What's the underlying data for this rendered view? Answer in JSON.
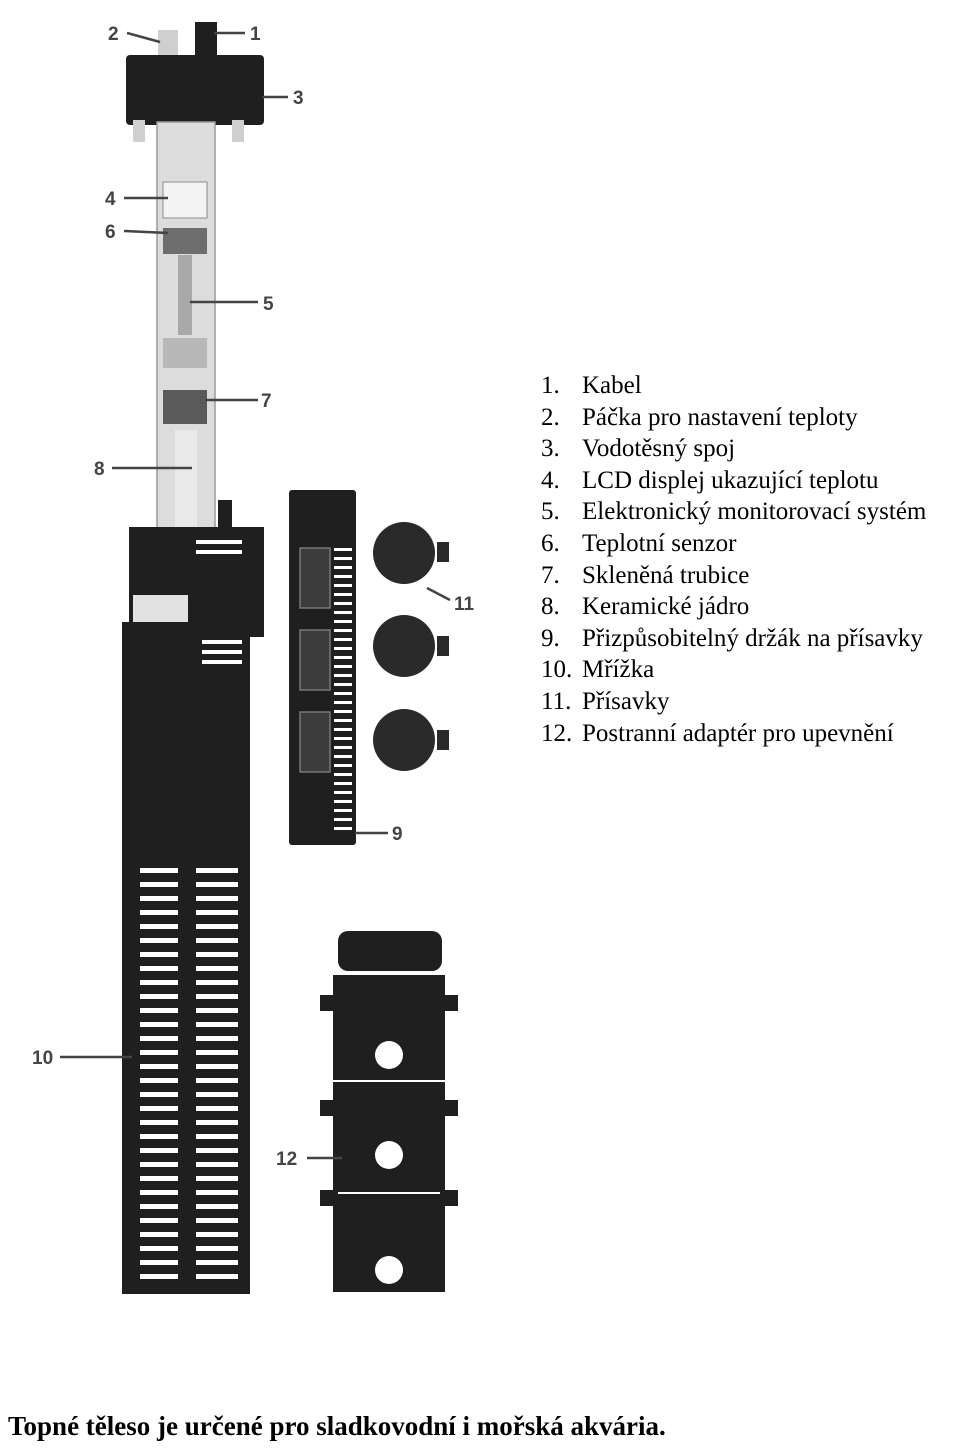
{
  "callouts": [
    "1",
    "2",
    "3",
    "4",
    "5",
    "6",
    "7",
    "8",
    "9",
    "10",
    "11",
    "12"
  ],
  "legend": [
    {
      "num": "1.",
      "text": "Kabel"
    },
    {
      "num": "2.",
      "text": "Páčka pro nastavení teploty"
    },
    {
      "num": "3.",
      "text": "Vodotěsný spoj"
    },
    {
      "num": "4.",
      "text": "LCD displej ukazující teplotu"
    },
    {
      "num": "5.",
      "text": "Elektronický monitorovací systém"
    },
    {
      "num": "6.",
      "text": "Teplotní senzor"
    },
    {
      "num": "7.",
      "text": "Skleněná trubice"
    },
    {
      "num": "8.",
      "text": "Keramické jádro"
    },
    {
      "num": "9.",
      "text": "Přizpůsobitelný držák na přísavky"
    },
    {
      "num": "10.",
      "text": "Mřížka"
    },
    {
      "num": "11.",
      "text": "Přísavky"
    },
    {
      "num": "12.",
      "text": "Postranní adaptér pro upevnění"
    }
  ],
  "caption": "Topné těleso je určené pro sladkovodní i mořská akvária.",
  "colors": {
    "body": "#1f1f1f",
    "glass": "#dcdcdc",
    "leader": "#444444",
    "caption": "#000000"
  }
}
